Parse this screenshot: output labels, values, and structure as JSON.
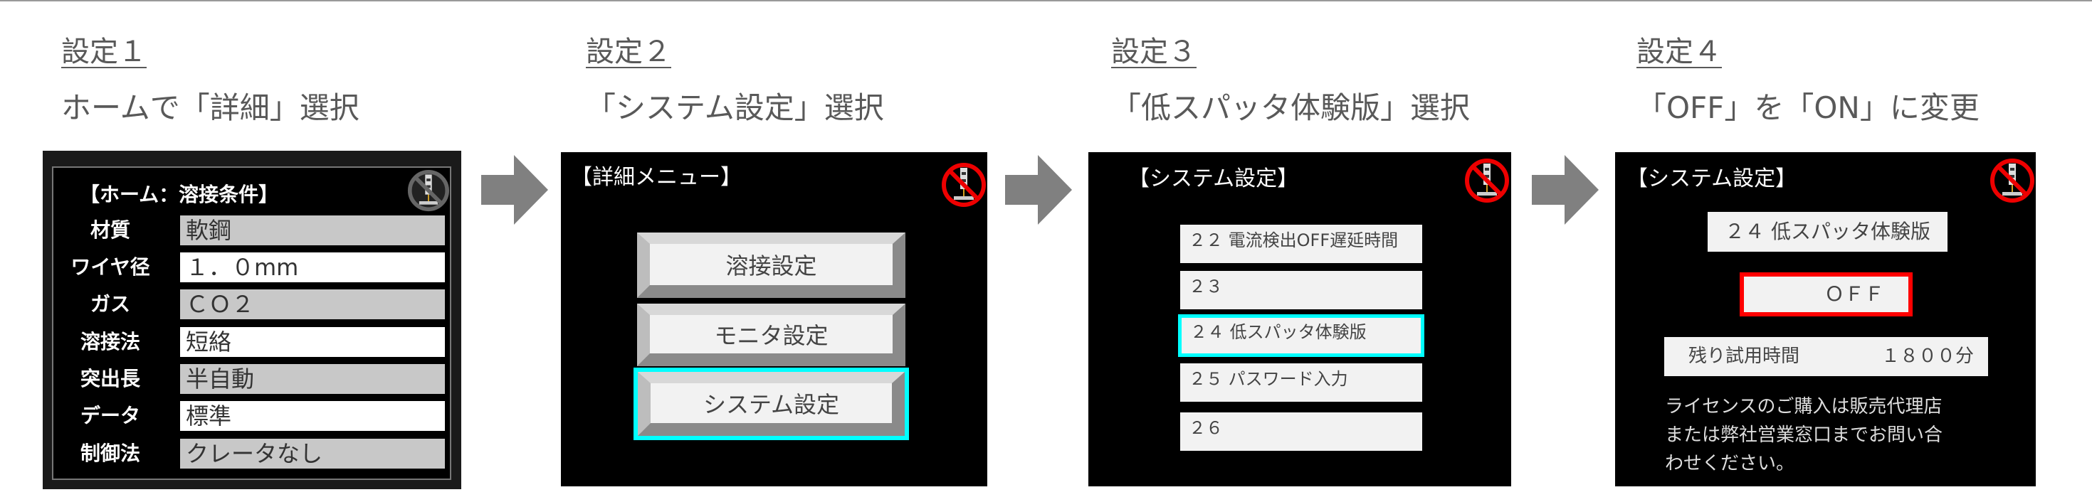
{
  "steps": [
    {
      "heading": "設定１",
      "description": "ホームで「詳細」選択"
    },
    {
      "heading": "設定２",
      "description": "「システム設定」選択"
    },
    {
      "heading": "設定３",
      "description": "「低スパッタ体験版」選択"
    },
    {
      "heading": "設定４",
      "description": "「OFF」を「ON」に変更"
    }
  ],
  "screen1": {
    "title": "【ホーム：溶接条件】",
    "icon": "torch-disabled-icon",
    "rows": [
      {
        "label": "材質",
        "value": "軟鋼"
      },
      {
        "label": "ワイヤ径",
        "value": "１．０mm"
      },
      {
        "label": "ガス",
        "value": "ＣＯ２"
      },
      {
        "label": "溶接法",
        "value": "短絡"
      },
      {
        "label": "突出長",
        "value": "半自動"
      },
      {
        "label": "データ",
        "value": "標準"
      },
      {
        "label": "制御法",
        "value": "クレータなし"
      }
    ]
  },
  "screen2": {
    "title": "【詳細メニュー】",
    "icon": "torch-disabled-icon",
    "buttons": [
      "溶接設定",
      "モニタ設定",
      "システム設定"
    ],
    "selected": "システム設定"
  },
  "screen3": {
    "title": "【システム設定】",
    "icon": "torch-disabled-icon",
    "items": [
      "２２ 電流検出OFF遅延時間",
      "２３",
      "２４ 低スパッタ体験版",
      "２５ パスワード入力",
      "２６"
    ],
    "selected": "２４ 低スパッタ体験版"
  },
  "screen4": {
    "title": "【システム設定】",
    "icon": "torch-disabled-icon",
    "setting_name": "２４ 低スパッタ体験版",
    "value": "ＯＦＦ",
    "remaining_label": "残り試用時間",
    "remaining_value": "１８００分",
    "notice_lines": [
      "ライセンスのご購入は販売代理店",
      "または弊社営業窓口までお問い合",
      "わせください。"
    ]
  },
  "colors": {
    "highlight": "#00ffff",
    "edit_focus": "#ff0000",
    "arrow": "#808080",
    "heading": "#595959",
    "gray_field": "#c8c8c8"
  }
}
